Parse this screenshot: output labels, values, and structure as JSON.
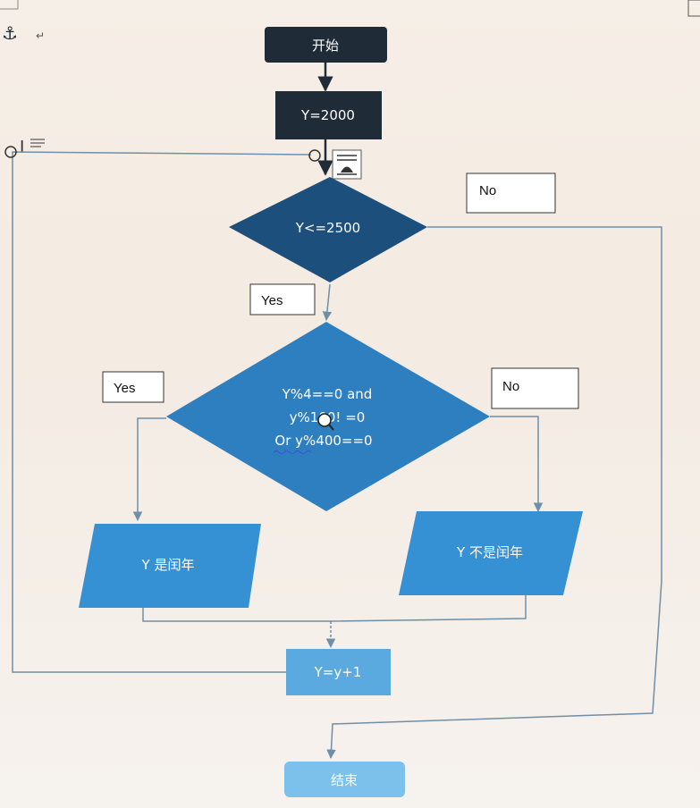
{
  "flowchart": {
    "start": "开始",
    "init": "Y=2000",
    "condition1": "Y<=2500",
    "condition1_yes": "Yes",
    "condition1_no": "No",
    "condition2": {
      "line1": "Y%4==0 and",
      "line2": "y%100! =0",
      "line3": "Or   y%400==0"
    },
    "condition2_yes": "Yes",
    "condition2_no": "No",
    "leap_output": "Y 是闰年",
    "not_leap_output": "Y 不是闰年",
    "increment": "Y=y+1",
    "end": "结束"
  },
  "colors": {
    "dark_box": "#1f2b37",
    "dark_diamond": "#1d4f7d",
    "mid_diamond": "#2e7fc0",
    "parallelogram": "#3591d4",
    "increment_box": "#5aaae0",
    "end_box": "#7cc0ec",
    "line": "#6f8fa8"
  }
}
